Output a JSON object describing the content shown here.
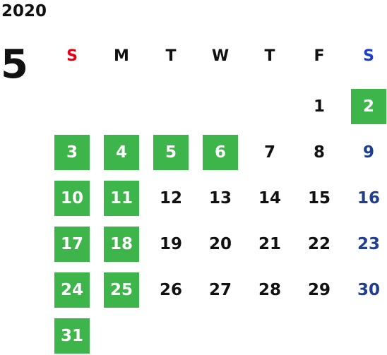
{
  "calendar": {
    "year": "2020",
    "month": "5",
    "weekdays": [
      {
        "label": "S",
        "type": "sunday"
      },
      {
        "label": "M",
        "type": "weekday"
      },
      {
        "label": "T",
        "type": "weekday"
      },
      {
        "label": "W",
        "type": "weekday"
      },
      {
        "label": "T",
        "type": "weekday"
      },
      {
        "label": "F",
        "type": "weekday"
      },
      {
        "label": "S",
        "type": "saturday"
      }
    ],
    "weeks": [
      [
        null,
        null,
        null,
        null,
        null,
        1,
        2
      ],
      [
        3,
        4,
        5,
        6,
        7,
        8,
        9
      ],
      [
        10,
        11,
        12,
        13,
        14,
        15,
        16
      ],
      [
        17,
        18,
        19,
        20,
        21,
        22,
        23
      ],
      [
        24,
        25,
        26,
        27,
        28,
        29,
        30
      ],
      [
        31,
        null,
        null,
        null,
        null,
        null,
        null
      ]
    ],
    "highlighted_days": [
      2,
      3,
      4,
      5,
      6,
      10,
      11,
      17,
      18,
      24,
      25,
      31
    ]
  },
  "colors": {
    "text": "#111111",
    "highlight": "#3db54a",
    "highlight_text": "#ffffff",
    "sunday_header": "#e60012",
    "saturday_header": "#1a3cc6",
    "saturday_date": "#1f3e8e"
  }
}
